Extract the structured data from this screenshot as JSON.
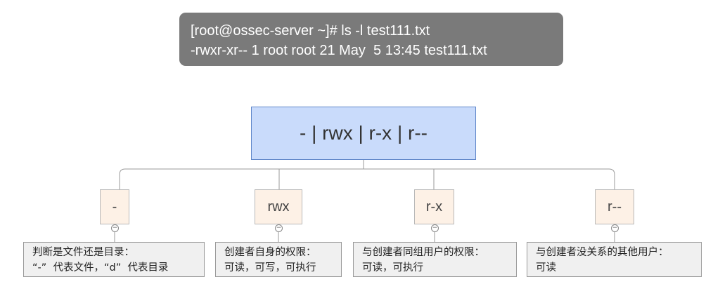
{
  "command_box": {
    "line1": "[root@ossec-server ~]# ls -l test111.txt",
    "line2": "-rwxr-xr-- 1 root root 21 May  5 13:45 test111.txt"
  },
  "root_node": {
    "label": "- | rwx | r-x | r--"
  },
  "children": [
    {
      "label": "-",
      "note_line1": "判断是文件还是目录：",
      "note_line2": "“-”  代表文件，“d”  代表目录"
    },
    {
      "label": "rwx",
      "note_line1": "创建者自身的权限：",
      "note_line2": "可读，可写，可执行"
    },
    {
      "label": "r-x",
      "note_line1": "与创建者同组用户的权限：",
      "note_line2": "可读，可执行"
    },
    {
      "label": "r--",
      "note_line1": "与创建者没关系的其他用户：",
      "note_line2": "可读"
    }
  ],
  "colors": {
    "command_bg": "#7a7a7a",
    "root_bg": "#c9dbfb",
    "child_bg": "#fdf1e6",
    "note_bg": "#f0f0f0"
  }
}
